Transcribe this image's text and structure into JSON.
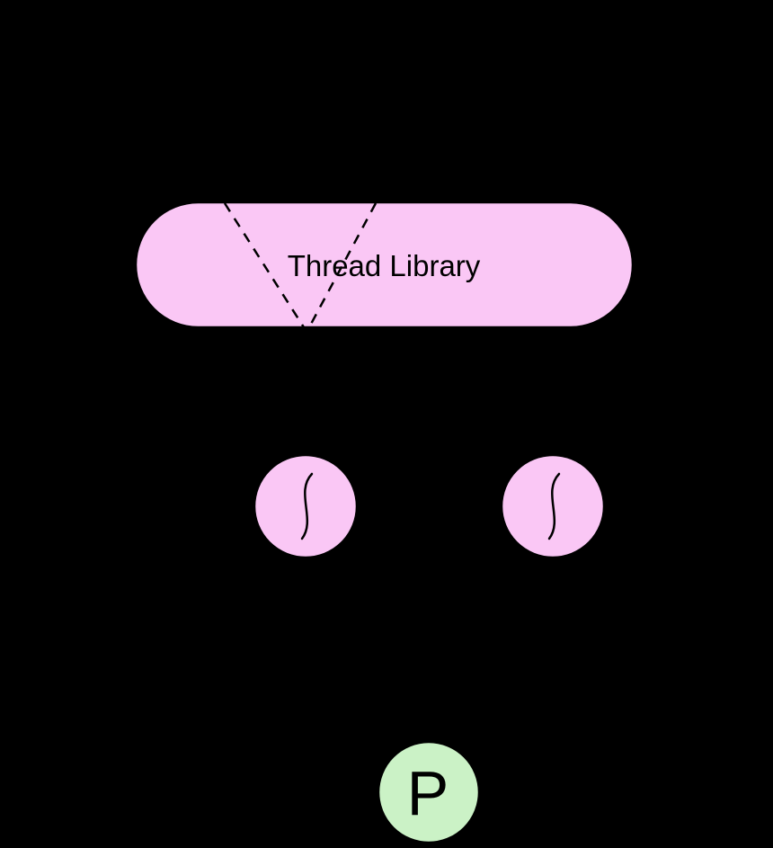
{
  "colors": {
    "background": "#000000",
    "node_pink": "#FAC7F5",
    "node_green": "#CBF2C6",
    "stroke": "#000000",
    "text": "#000000"
  },
  "diagram": {
    "thread_library": {
      "label": "Thread Library"
    },
    "mapping_lines": {
      "style": "dashed",
      "count": 2
    },
    "kernel_threads": {
      "count": 2,
      "icon": "thread-wave-icon"
    },
    "processor": {
      "label": "P"
    }
  }
}
